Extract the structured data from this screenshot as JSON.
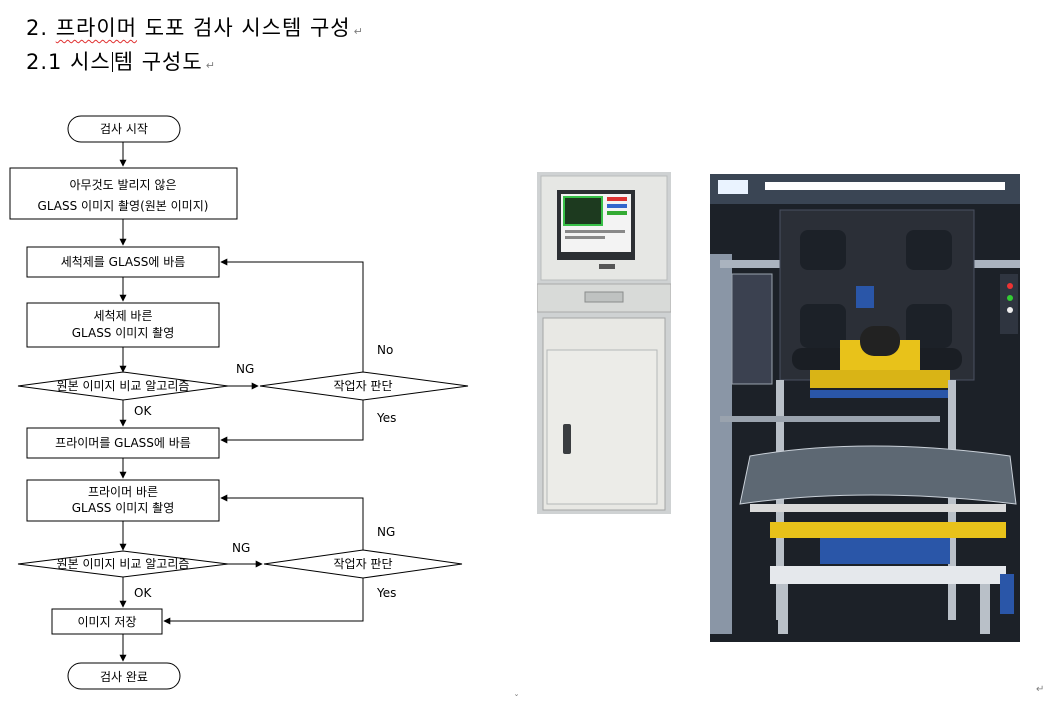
{
  "heading": {
    "section_number": "2.",
    "section_title_main": "프라이머",
    "section_title_rest": " 도포 검사 시스템 구성",
    "subsection_number": "2.1",
    "subsection_title_a": " 시스",
    "subsection_title_b": "템 구성도",
    "paragraph_mark": "↵"
  },
  "flowchart": {
    "start": "검사 시작",
    "step1_line1": "아무것도 발리지 않은",
    "step1_line2": "GLASS 이미지 촬영(원본 이미지)",
    "step2": "세척제를 GLASS에 바름",
    "step3_line1": "세척제 바른",
    "step3_line2": "GLASS 이미지 촬영",
    "decision1_left": "원본 이미지 비교 알고리즘",
    "decision1_right": "작업자 판단",
    "ng1": "NG",
    "no1": "No",
    "ok1": "OK",
    "yes1": "Yes",
    "step4": "프라이머를 GLASS에 바름",
    "step5_line1": "프라이머 바른",
    "step5_line2": "GLASS 이미지 촬영",
    "decision2_left": "원본 이미지 비교  알고리즘",
    "decision2_right": "작업자 판단",
    "ng2_top": "NG",
    "ng2_mid": "NG",
    "ok2": "OK",
    "yes2": "Yes",
    "step6": "이미지 저장",
    "end": "검사 완료"
  },
  "colors": {
    "photo_cabinet_body": "#e4e4e0",
    "photo_machine_bg": "#1c2128",
    "machine_frame": "#2b2f37",
    "machine_yellow": "#e8c21a",
    "machine_blue": "#2a56a8",
    "red_squiggle": "#e03030"
  },
  "icons": [
    "paragraph-mark-icon"
  ]
}
